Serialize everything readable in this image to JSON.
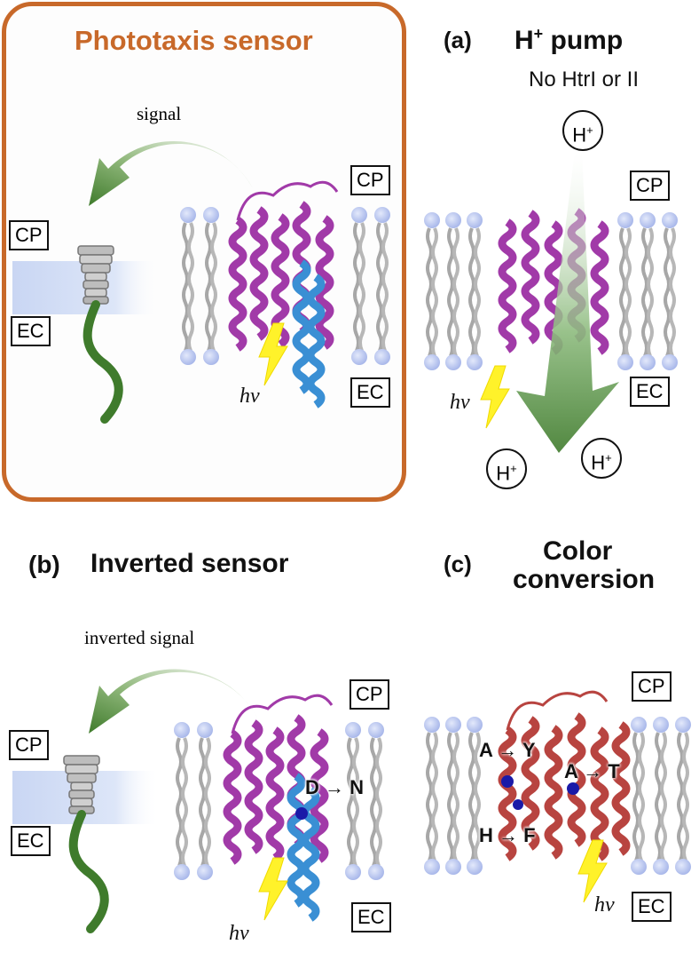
{
  "panels": {
    "top": {
      "title": "Phototaxis sensor",
      "signal": "signal",
      "cp_receptor": "CP",
      "ec_receptor": "EC",
      "cp_membrane": "CP",
      "ec_membrane": "EC",
      "light": "hν"
    },
    "a": {
      "tag": "(a)",
      "title_main": "H",
      "title_sup": "+",
      "title_rest": " pump",
      "subtitle": "No HtrI or II",
      "cp": "CP",
      "ec": "EC",
      "proton": "H",
      "proton_sup": "+",
      "light": "hν"
    },
    "b": {
      "tag": "(b)",
      "title": "Inverted sensor",
      "signal": "inverted signal",
      "cp_receptor": "CP",
      "ec_receptor": "EC",
      "cp_membrane": "CP",
      "ec_membrane": "EC",
      "mutation": "D → N",
      "light": "hν"
    },
    "c": {
      "tag": "(c)",
      "title_line1": "Color",
      "title_line2": "conversion",
      "cp": "CP",
      "ec": "EC",
      "mut1": "A → Y",
      "mut2": "A → T",
      "mut3": "H → F",
      "light": "hν"
    }
  },
  "colors": {
    "top_border": "#c8692a",
    "panel_border": "#efb18a",
    "title_orange": "#c8692a",
    "helix_magenta": "#a13aa8",
    "helix_blue": "#3a8fd4",
    "helix_red": "#b84440",
    "arrow_green": "#4e8a35",
    "lipid_head": "#b9c6ef",
    "lipid_tail": "#a6a6a6",
    "light_yellow": "#fff22a"
  }
}
